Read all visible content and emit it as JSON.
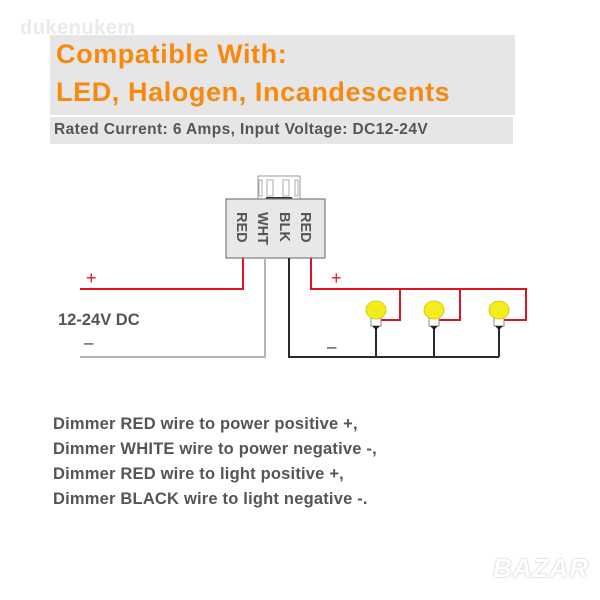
{
  "watermark_top": "dukenukem",
  "watermark_bottom": "BAZAR",
  "header": {
    "line1": "Compatible With:",
    "line2": "LED, Halogen, Incandescents",
    "subtitle": "Rated Current: 6 Amps, Input Voltage: DC12-24V"
  },
  "diagram": {
    "dimmer_terminals": [
      "RED",
      "WHT",
      "BLK",
      "RED"
    ],
    "power_label": "12-24V DC",
    "power_positive": "+",
    "power_negative": "–",
    "light_positive": "+",
    "light_negative": "–",
    "bulb_count": 3,
    "colors": {
      "red_wire": "#e0141e",
      "white_wire": "#b4b4b4",
      "black_wire": "#2a2a2a",
      "bulb": "#f5ec1e",
      "dimmer_body": "#e8e8e8"
    }
  },
  "instructions": [
    "Dimmer RED wire to power positive +,",
    "Dimmer WHITE wire to power negative -,",
    "Dimmer RED wire to light positive +,",
    "Dimmer BLACK wire to light negative -."
  ],
  "colors": {
    "accent_orange": "#f7890f",
    "text_gray": "#555555",
    "header_bg": "#e6e6e6"
  }
}
